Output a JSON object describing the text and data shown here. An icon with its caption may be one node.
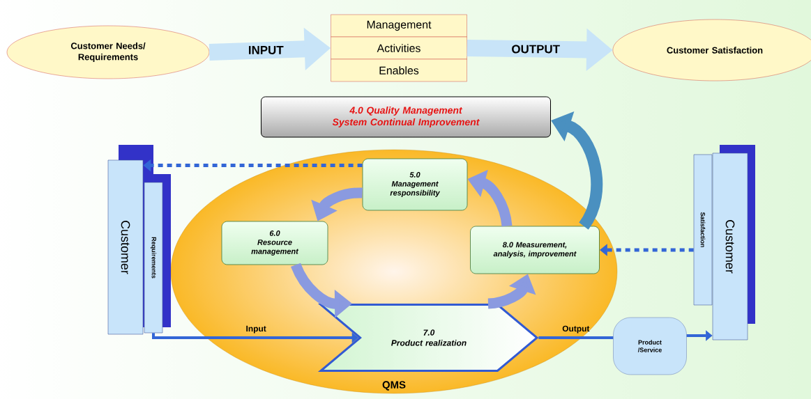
{
  "diagram": {
    "nodes": [
      {
        "text": [
          "Customer Needs/ Requirements"
        ]
      },
      {
        "text": [
          "Management"
        ]
      },
      {
        "text": [
          "Activities"
        ]
      },
      {
        "text": [
          "Enables"
        ]
      },
      {
        "text": [
          "Customer Satisfaction"
        ]
      },
      {
        "text": [
          "4.0 Quality Management System Continual Improvement"
        ]
      },
      {
        "text": [
          "QMS"
        ]
      },
      {
        "text": [
          "Customer"
        ]
      },
      {
        "text": [
          "Requirements"
        ]
      },
      {
        "text": [
          "5.0",
          "Management responsibility"
        ],
        "in": 6
      },
      {
        "text": [
          "6.0",
          "Resource management"
        ],
        "in": 6
      },
      {
        "text": [
          "8.0 Measurement, analysis, improvement"
        ],
        "in": 6
      },
      {
        "text": [
          "7.0",
          "Product realization"
        ],
        "in": 6
      },
      {
        "text": [
          "Product /Service"
        ]
      },
      {
        "text": [
          "Satisfaction"
        ]
      },
      {
        "text": [
          "Customer"
        ]
      }
    ],
    "edges": [
      {
        "from": 0,
        "to": 2,
        "arrow": "to",
        "label": "INPUT",
        "color": "#c8e4f8"
      },
      {
        "from": 2,
        "to": 4,
        "arrow": "to",
        "label": "OUTPUT",
        "color": "#c8e4f8"
      },
      {
        "from": 9,
        "to": 7,
        "arrow": "to",
        "style": "dashed"
      },
      {
        "from": 14,
        "to": 11,
        "arrow": "to",
        "style": "dashed"
      },
      {
        "from": 8,
        "to": 12,
        "arrow": "to",
        "label": "Input"
      },
      {
        "from": 12,
        "to": 13,
        "arrow": "none",
        "label": "Output"
      },
      {
        "from": 13,
        "to": 15,
        "arrow": "to"
      },
      {
        "from": 9,
        "to": 10,
        "arrow": "to",
        "color": "#8a9ae0"
      },
      {
        "from": 10,
        "to": 12,
        "arrow": "to",
        "color": "#8a9ae0"
      },
      {
        "from": 12,
        "to": 11,
        "arrow": "to",
        "color": "#8a9ae0"
      },
      {
        "from": 11,
        "to": 9,
        "arrow": "to",
        "color": "#8a9ae0"
      },
      {
        "from": 11,
        "to": 5,
        "arrow": "to",
        "color": "#4a90c0"
      }
    ]
  }
}
